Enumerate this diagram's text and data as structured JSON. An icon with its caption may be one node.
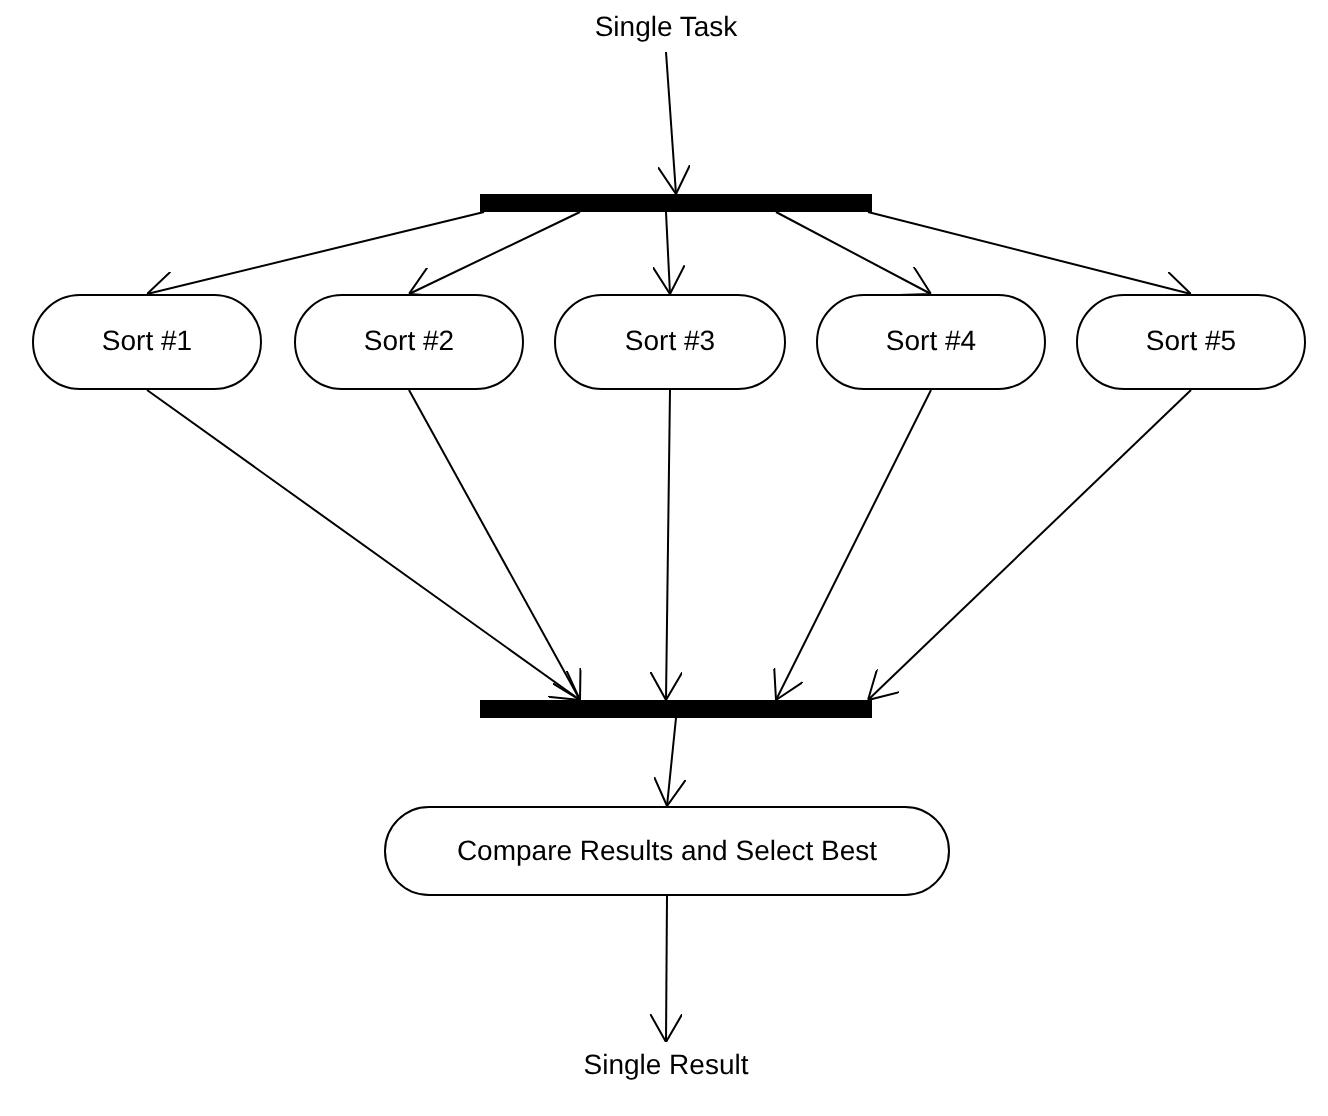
{
  "diagram": {
    "nodes": [
      {
        "text": [
          "Single Task"
        ]
      },
      {
        "text": [],
        "shape": "bar"
      },
      {
        "text": [
          "Sort #1"
        ]
      },
      {
        "text": [
          "Sort #2"
        ]
      },
      {
        "text": [
          "Sort #3"
        ]
      },
      {
        "text": [
          "Sort #4"
        ]
      },
      {
        "text": [
          "Sort #5"
        ]
      },
      {
        "text": [],
        "shape": "bar"
      },
      {
        "text": [
          "Compare Results and Select Best"
        ]
      },
      {
        "text": [
          "Single Result"
        ]
      }
    ],
    "edges": [
      {
        "from": 0,
        "to": 1,
        "arrow": "to"
      },
      {
        "from": 1,
        "to": 2,
        "arrow": "to"
      },
      {
        "from": 1,
        "to": 3,
        "arrow": "to"
      },
      {
        "from": 1,
        "to": 4,
        "arrow": "to"
      },
      {
        "from": 1,
        "to": 5,
        "arrow": "to"
      },
      {
        "from": 1,
        "to": 6,
        "arrow": "to"
      },
      {
        "from": 2,
        "to": 7,
        "arrow": "to"
      },
      {
        "from": 3,
        "to": 7,
        "arrow": "to"
      },
      {
        "from": 4,
        "to": 7,
        "arrow": "to"
      },
      {
        "from": 5,
        "to": 7,
        "arrow": "to"
      },
      {
        "from": 6,
        "to": 7,
        "arrow": "to"
      },
      {
        "from": 7,
        "to": 8,
        "arrow": "to"
      },
      {
        "from": 8,
        "to": 9,
        "arrow": "to"
      }
    ]
  }
}
